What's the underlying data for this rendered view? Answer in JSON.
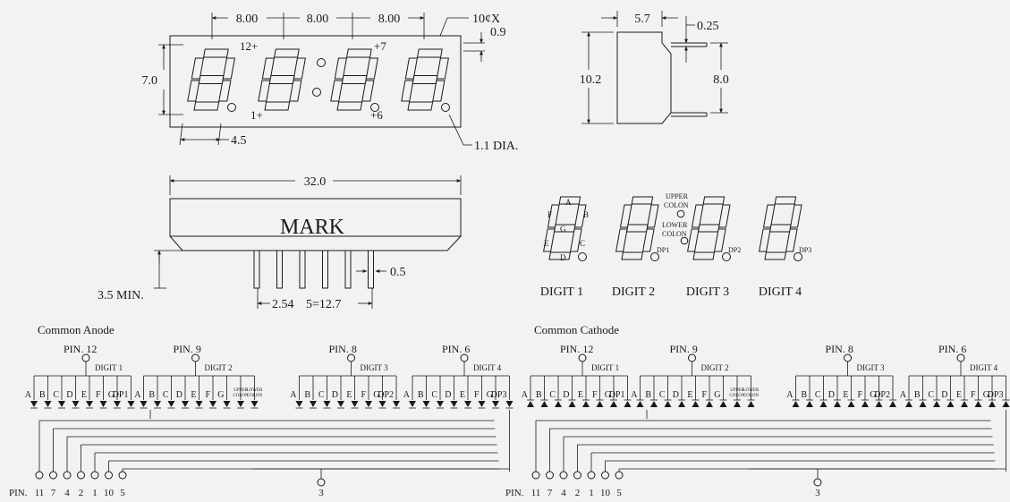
{
  "colors": {
    "background": "#f2f2f2",
    "ink": "#1a1a1a"
  },
  "top_view": {
    "pitch_1": "8.00",
    "pitch_2": "8.00",
    "pitch_3": "8.00",
    "pin_count": "10¢X",
    "pin_offset": "0.9",
    "height": "7.0",
    "seg_width": "4.5",
    "dot_dia": "1.1 DIA.",
    "label_12": "12+",
    "label_7": "+7",
    "label_1": "1+",
    "label_6": "+6"
  },
  "side_view": {
    "depth": "5.7",
    "lead": "0.25",
    "height": "10.2",
    "inner_height": "8.0"
  },
  "front_view": {
    "length": "32.0",
    "mark": "MARK",
    "min_lead": "3.5 MIN.",
    "pitch": "2.54",
    "span": "5=12.7",
    "lead_width": "0.5"
  },
  "digit_view": {
    "segments": {
      "a": "A",
      "b": "B",
      "c": "C",
      "d": "D",
      "e": "E",
      "f": "F",
      "g": "G"
    },
    "upper_colon": [
      "UPPER",
      "COLON"
    ],
    "lower_colon": [
      "LOWER",
      "COLON"
    ],
    "dp1": "DP1",
    "dp2": "DP2",
    "dp3": "DP3",
    "digit_labels": [
      "DIGIT 1",
      "DIGIT 2",
      "DIGIT 3",
      "DIGIT 4"
    ]
  },
  "circuits": [
    {
      "title": "Common Anode",
      "groups": [
        {
          "pin": "PIN. 12",
          "digit": "DIGIT 1",
          "labels": [
            "A",
            "B",
            "C",
            "D",
            "E",
            "F",
            "G",
            "DP1"
          ]
        },
        {
          "pin": "PIN. 9",
          "digit": "DIGIT 2",
          "labels": [
            "A",
            "B",
            "C",
            "D",
            "E",
            "F",
            "G",
            "UPPER COLON",
            "LOWER COLON"
          ]
        },
        {
          "pin": "PIN. 8",
          "digit": "DIGIT 3",
          "labels": [
            "A",
            "B",
            "C",
            "D",
            "E",
            "F",
            "G",
            "DP2"
          ]
        },
        {
          "pin": "PIN. 6",
          "digit": "DIGIT 4",
          "labels": [
            "A",
            "B",
            "C",
            "D",
            "E",
            "F",
            "G",
            "DP3"
          ]
        }
      ],
      "bottom_pin_label": "PIN.",
      "bottom_pins": [
        "11",
        "7",
        "4",
        "2",
        "1",
        "10",
        "5"
      ],
      "colon_pin": "3"
    },
    {
      "title": "Common Cathode",
      "groups": [
        {
          "pin": "PIN. 12",
          "digit": "DIGIT 1",
          "labels": [
            "A",
            "B",
            "C",
            "D",
            "E",
            "F",
            "G",
            "DP1"
          ]
        },
        {
          "pin": "PIN. 9",
          "digit": "DIGIT 2",
          "labels": [
            "A",
            "B",
            "C",
            "D",
            "E",
            "F",
            "G",
            "UPPER COLON",
            "LOWER COLON"
          ]
        },
        {
          "pin": "PIN. 8",
          "digit": "DIGIT 3",
          "labels": [
            "A",
            "B",
            "C",
            "D",
            "E",
            "F",
            "G",
            "DP2"
          ]
        },
        {
          "pin": "PIN. 6",
          "digit": "DIGIT 4",
          "labels": [
            "A",
            "B",
            "C",
            "D",
            "E",
            "F",
            "G",
            "DP3"
          ]
        }
      ],
      "bottom_pin_label": "PIN.",
      "bottom_pins": [
        "11",
        "7",
        "4",
        "2",
        "1",
        "10",
        "5"
      ],
      "colon_pin": "3"
    }
  ]
}
